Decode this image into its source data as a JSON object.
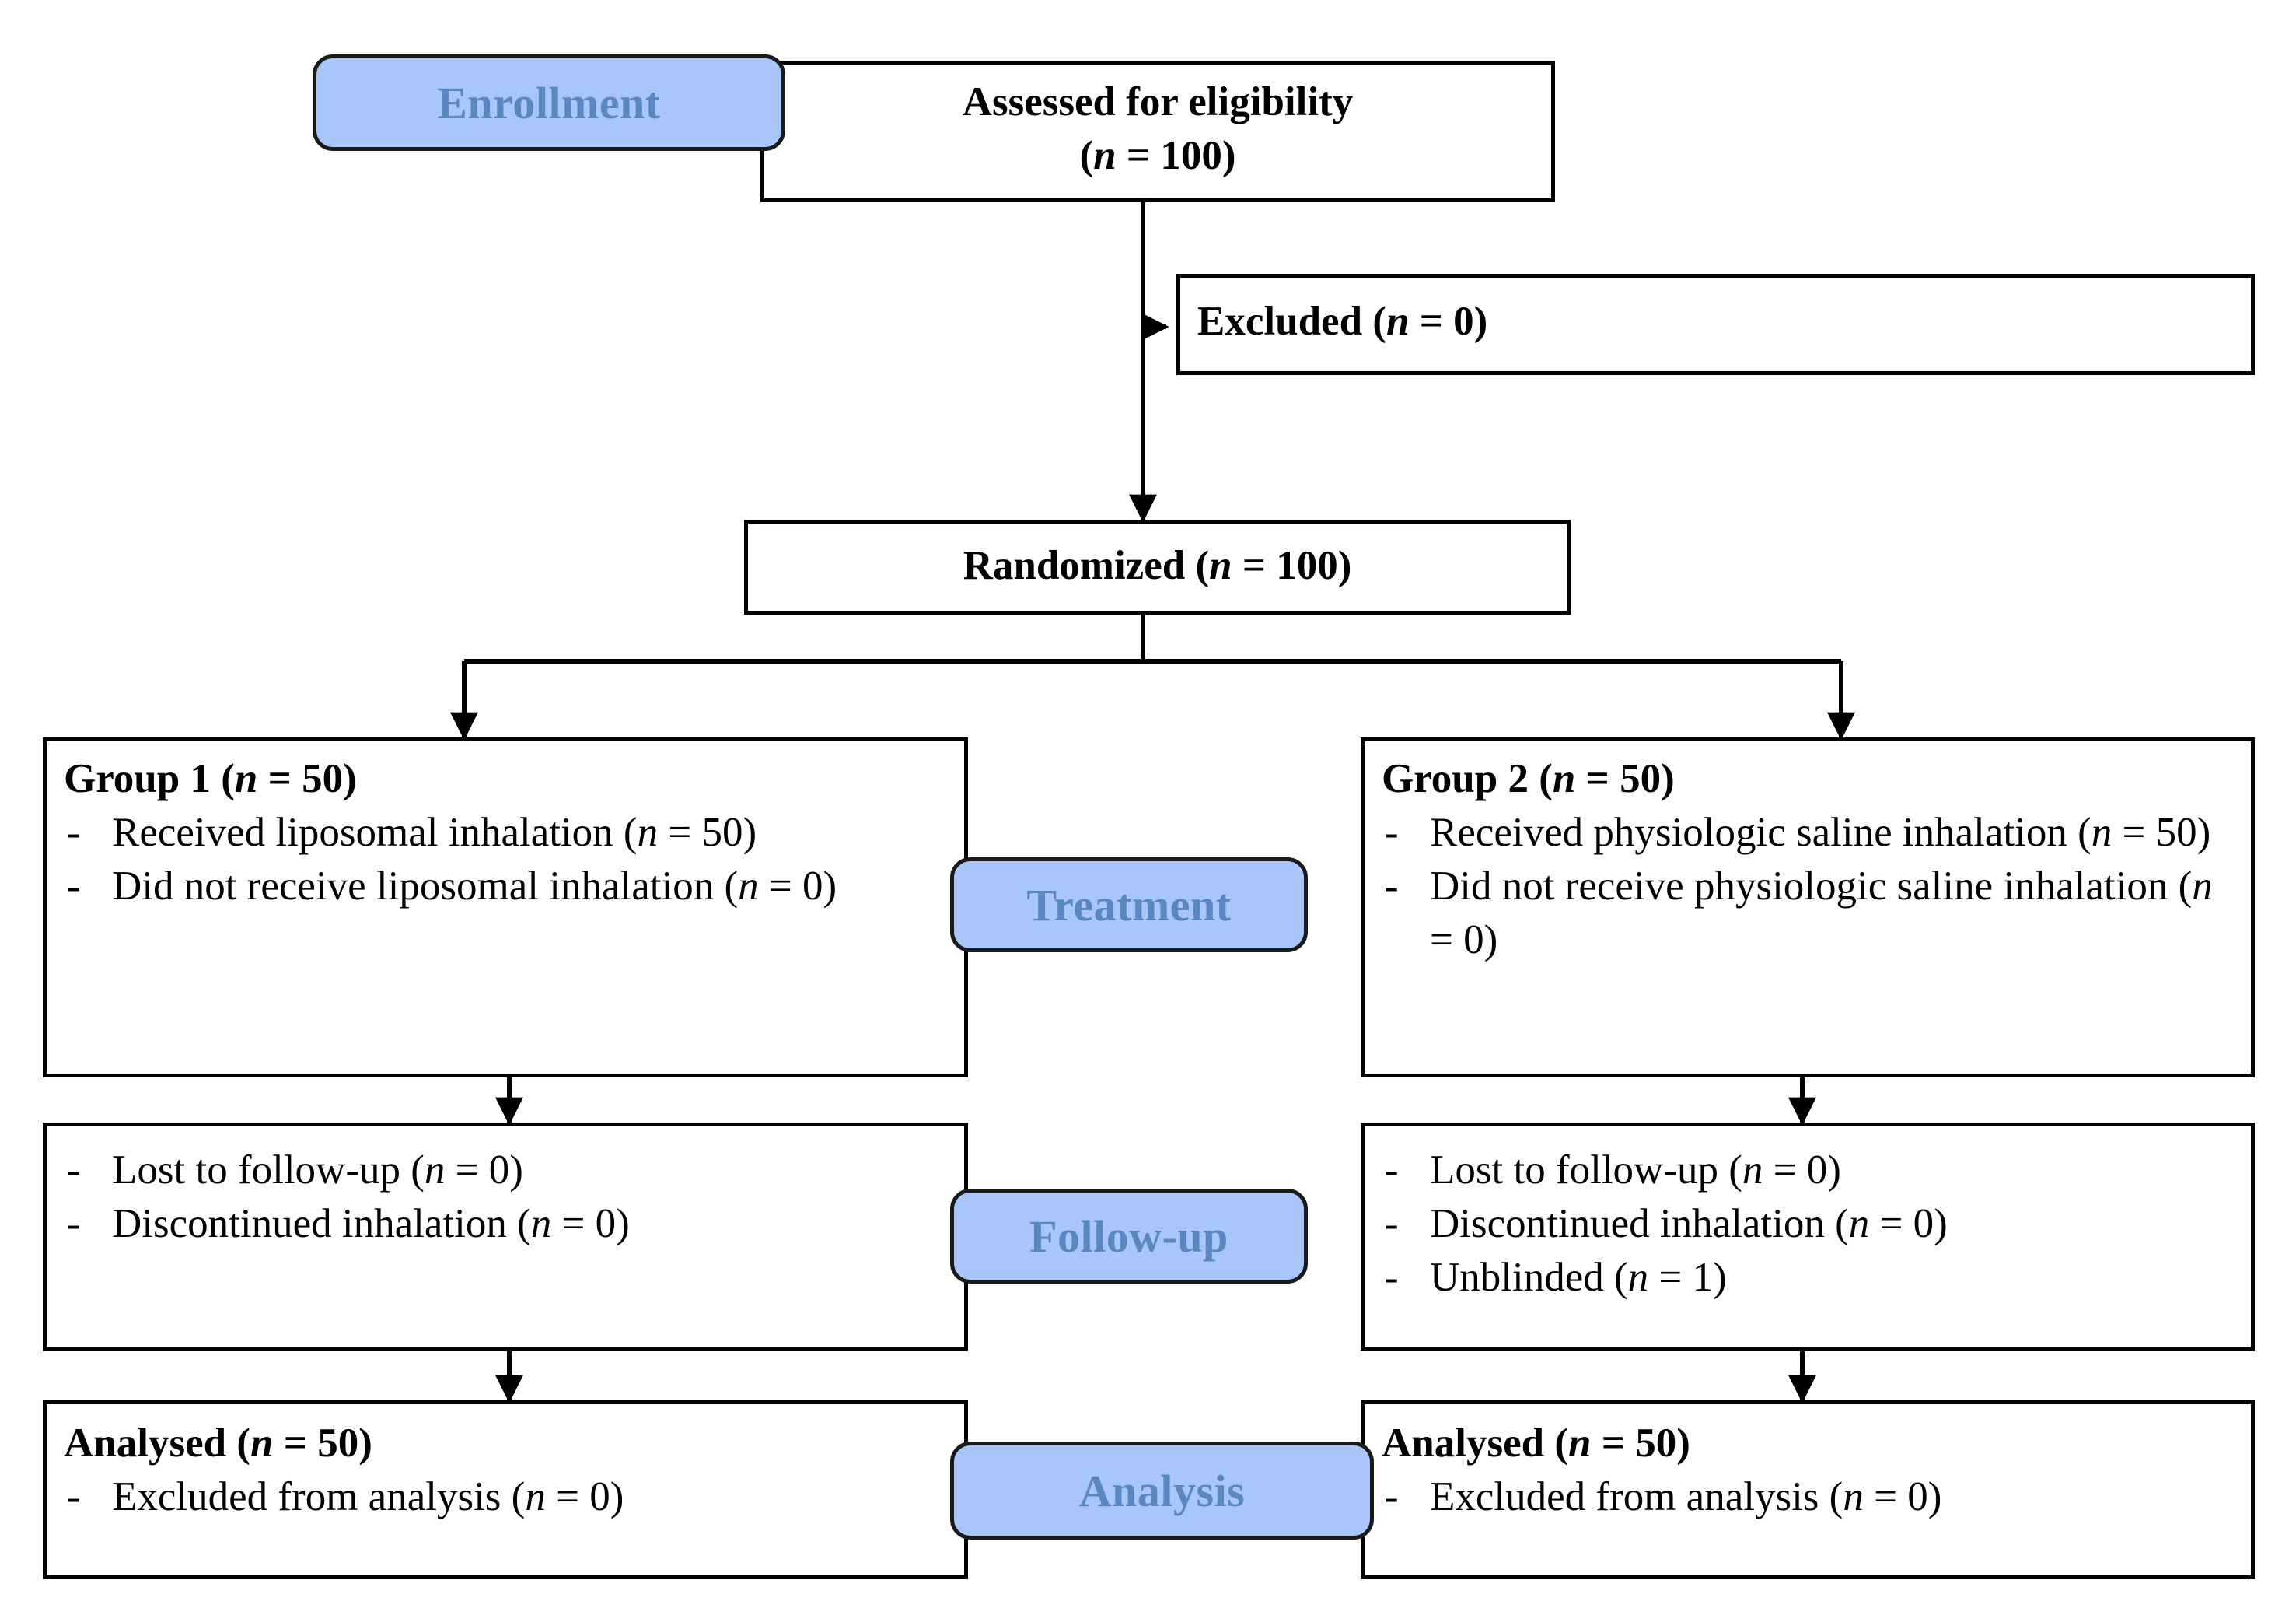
{
  "diagram": {
    "title": "CONSORT participant flow diagram",
    "colors": {
      "badge_fill": "#A8C6FA",
      "badge_text": "#5B87C0",
      "box_border": "#000000",
      "box_fill": "#FFFFFF",
      "connector": "#000000"
    }
  },
  "badges": {
    "enrollment": "Enrollment",
    "treatment": "Treatment",
    "followup": "Follow-up",
    "analysis": "Analysis"
  },
  "boxes": {
    "eligibility": {
      "line1": "Assessed for eligibility",
      "line2_prefix": "(",
      "line2_n": "n",
      "line2_suffix": " = 100)"
    },
    "excluded": {
      "label": "Excluded (",
      "n": "n",
      "value": " = 0)"
    },
    "randomized": {
      "label": "Randomized (",
      "n": "n",
      "value": " = 100)"
    },
    "group1": {
      "header_prefix": "Group 1 (",
      "header_n": "n",
      "header_suffix": " = 50)",
      "items": [
        {
          "text_a": "Received liposomal inhalation (",
          "n": "n",
          "text_b": " = 50)"
        },
        {
          "text_a": "Did not receive liposomal inhalation (",
          "n": "n",
          "text_b": " = 0)"
        }
      ]
    },
    "group2": {
      "header_prefix": "Group 2 (",
      "header_n": "n",
      "header_suffix": " = 50)",
      "items": [
        {
          "text_a": "Received physiologic saline inhalation (",
          "n": "n",
          "text_b": " = 50)"
        },
        {
          "text_a": "Did not receive physiologic saline inhalation (",
          "n": "n",
          "text_b": " = 0)"
        }
      ]
    },
    "followup_left": {
      "items": [
        {
          "text_a": "Lost to follow-up (",
          "n": "n",
          "text_b": " = 0)"
        },
        {
          "text_a": "Discontinued inhalation (",
          "n": "n",
          "text_b": " = 0)"
        }
      ]
    },
    "followup_right": {
      "items": [
        {
          "text_a": "Lost to follow-up (",
          "n": "n",
          "text_b": " = 0)"
        },
        {
          "text_a": "Discontinued inhalation (",
          "n": "n",
          "text_b": " = 0)"
        },
        {
          "text_a": "Unblinded (",
          "n": "n",
          "text_b": " = 1)"
        }
      ]
    },
    "analysis_left": {
      "header_prefix": "Analysed (",
      "header_n": "n",
      "header_suffix": " = 50)",
      "items": [
        {
          "text_a": "Excluded from analysis (",
          "n": "n",
          "text_b": " = 0)"
        }
      ]
    },
    "analysis_right": {
      "header_prefix": "Analysed (",
      "header_n": "n",
      "header_suffix": " = 50)",
      "items": [
        {
          "text_a": "Excluded from analysis (",
          "n": "n",
          "text_b": " = 0)"
        }
      ]
    }
  },
  "bullet_marker": "-"
}
